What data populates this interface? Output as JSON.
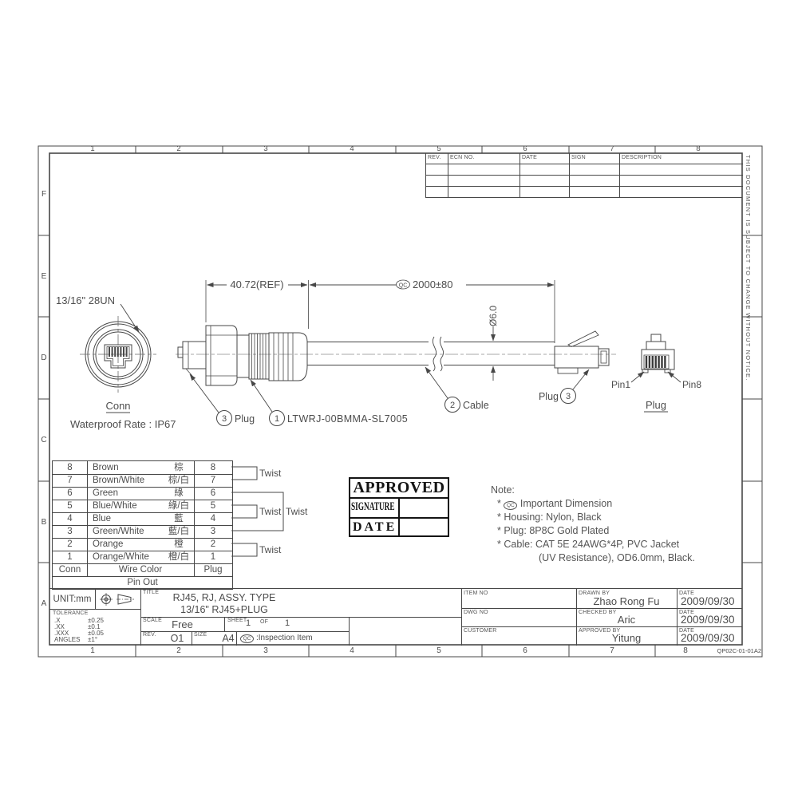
{
  "frame": {
    "side_note": "THIS DOCUMENT IS SUBJECT TO CHANGE WITHOUT NOTICE.",
    "form_no": "QP02C-01-01A2",
    "cols": [
      "1",
      "2",
      "3",
      "4",
      "5",
      "6",
      "7",
      "8"
    ],
    "rows": [
      "F",
      "E",
      "D",
      "C",
      "B",
      "A"
    ]
  },
  "revisions": {
    "headers": {
      "rev": "REV.",
      "ecn": "ECN NO.",
      "date": "DATE",
      "sign": "SIGN",
      "desc": "DESCRIPTION"
    }
  },
  "sym": {
    "qc": "QC"
  },
  "conn_view": {
    "thread": "13/16\" 28UN",
    "caption": "Conn",
    "waterproof": "Waterproof Rate : IP67"
  },
  "assembly": {
    "dim_ref": "40.72(REF)",
    "dim_cable": "2000±80",
    "cable_dia": "Ø6.0",
    "n1": "1",
    "n2": "2",
    "n3": "3",
    "item1": "LTWRJ-00BMMA-SL7005",
    "item2": "Cable",
    "item3": "Plug"
  },
  "plug_view": {
    "pin1": "Pin1",
    "pin8": "Pin8",
    "caption": "Plug"
  },
  "pinout": {
    "rows": [
      {
        "conn": "8",
        "name": "Brown",
        "cn": "棕",
        "plug": "8"
      },
      {
        "conn": "7",
        "name": "Brown/White",
        "cn": "棕/白",
        "plug": "7"
      },
      {
        "conn": "6",
        "name": "Green",
        "cn": "綠",
        "plug": "6"
      },
      {
        "conn": "5",
        "name": "Blue/White",
        "cn": "綠/白",
        "plug": "5"
      },
      {
        "conn": "4",
        "name": "Blue",
        "cn": "藍",
        "plug": "4"
      },
      {
        "conn": "3",
        "name": "Green/White",
        "cn": "藍/白",
        "plug": "3"
      },
      {
        "conn": "2",
        "name": "Orange",
        "cn": "橙",
        "plug": "2"
      },
      {
        "conn": "1",
        "name": "Orange/White",
        "cn": "橙/白",
        "plug": "1"
      }
    ],
    "footer": {
      "conn": "Conn",
      "name": "Wire Color",
      "plug": "Plug"
    },
    "caption": "Pin Out",
    "twist": "Twist"
  },
  "stamp": {
    "line1": "APPROVED",
    "line2": "SIGNATURE",
    "line3": "DATE"
  },
  "note": {
    "title": "Note:",
    "bullet": "*",
    "item1": "Important Dimension",
    "item2": "Housing: Nylon, Black",
    "item3": "Plug: 8P8C Gold Plated",
    "item4": "Cable: CAT 5E 24AWG*4P, PVC Jacket",
    "item5": "(UV Resistance), OD6.0mm, Black."
  },
  "titleblock": {
    "unit": "UNIT:mm",
    "tolerance_label": "TOLERANCE",
    "tol": [
      {
        "k": ".X",
        "v": "±0.25"
      },
      {
        "k": ".XX",
        "v": "±0.1"
      },
      {
        "k": ".XXX",
        "v": "±0.05"
      },
      {
        "k": "ANGLES",
        "v": "±1°"
      }
    ],
    "title_label": "TITLE",
    "title1": "RJ45, RJ, ASSY. TYPE",
    "title2": "13/16\" RJ45+PLUG",
    "scale_label": "SCALE",
    "scale": "Free",
    "sheet_label": "SHEET",
    "sheet": "1",
    "of_label": "OF",
    "of": "1",
    "rev_label": "REV.",
    "rev": "O1",
    "size_label": "SIZE",
    "size": "A4",
    "inspection": ":Inspection Item",
    "item_no_label": "ITEM NO",
    "dwg_no_label": "DWG NO",
    "customer_label": "CUSTOMER",
    "drawn_label": "DRAWN BY",
    "drawn": "Zhao Rong Fu",
    "checked_label": "CHECKED BY",
    "checked": "Aric",
    "approved_label": "APPROVED BY",
    "approved": "Yitung",
    "date_label": "DATE",
    "date1": "2009/09/30",
    "date2": "2009/09/30",
    "date3": "2009/09/30"
  }
}
